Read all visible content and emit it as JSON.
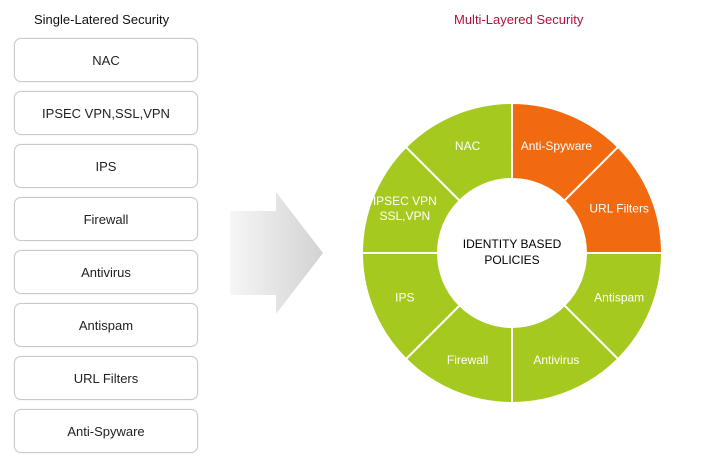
{
  "left": {
    "title": "Single-Latered Security",
    "layers": [
      "NAC",
      "IPSEC VPN,SSL,VPN",
      "IPS",
      "Firewall",
      "Antivirus",
      "Antispam",
      "URL Filters",
      "Anti-Spyware"
    ]
  },
  "right": {
    "title": "Multi-Layered Security",
    "center_label_line1": "IDENTITY BASED",
    "center_label_line2": "POLICIES",
    "segments": [
      {
        "lines": [
          "Anti-Spyware"
        ],
        "highlight": true
      },
      {
        "lines": [
          "URL Filters"
        ],
        "highlight": true
      },
      {
        "lines": [
          "Antispam"
        ],
        "highlight": false
      },
      {
        "lines": [
          "Antivirus"
        ],
        "highlight": false
      },
      {
        "lines": [
          "Firewall"
        ],
        "highlight": false
      },
      {
        "lines": [
          "IPS"
        ],
        "highlight": false
      },
      {
        "lines": [
          "IPSEC VPN",
          "SSL,VPN"
        ],
        "highlight": false
      },
      {
        "lines": [
          "NAC"
        ],
        "highlight": false
      }
    ]
  },
  "colors": {
    "green": "#a6c91f",
    "orange": "#f26a0f",
    "right_title": "#b0103a",
    "box_border": "#c9c9c9"
  }
}
